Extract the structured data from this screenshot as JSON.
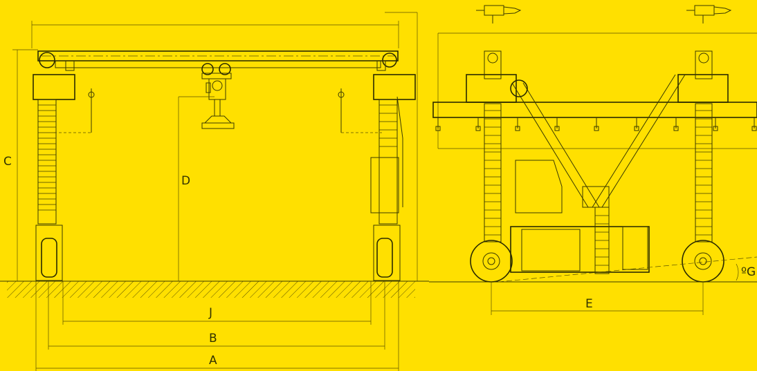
{
  "colors": {
    "background": "#ffe000",
    "linework": "#3a3a00"
  },
  "labels": {
    "A": "A",
    "B": "B",
    "C": "C",
    "D": "D",
    "E": "E",
    "J": "J",
    "G": "ºG"
  }
}
